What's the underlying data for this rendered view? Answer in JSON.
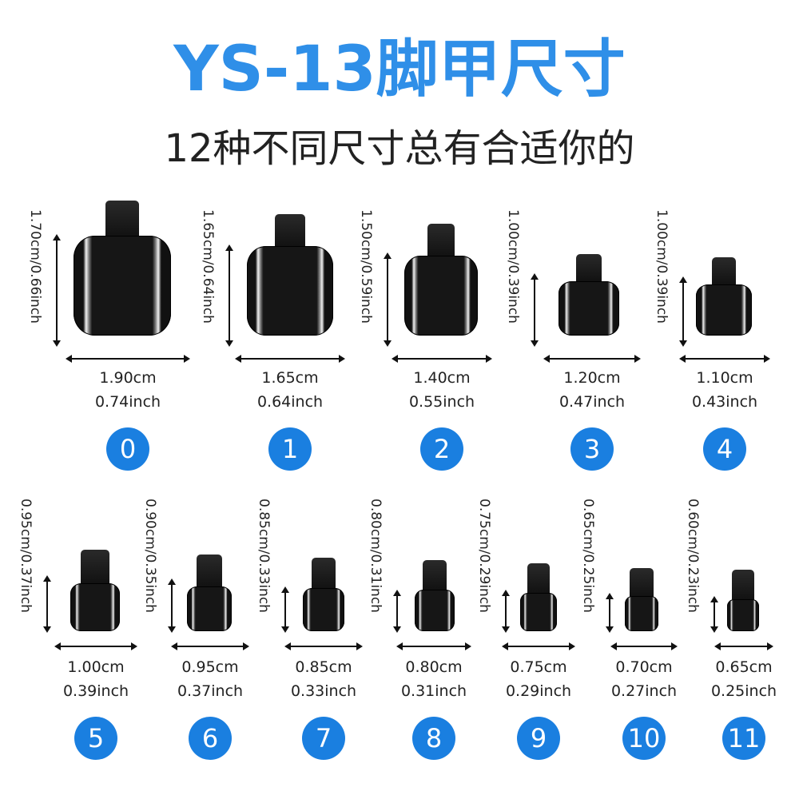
{
  "title": "YS-13脚甲尺寸",
  "subtitle": "12种不同尺寸总有合适你的",
  "colors": {
    "title": "#2f8fe8",
    "badge": "#1a7fe0",
    "nail": "#111111",
    "stripe": "#f2f2f2"
  },
  "sizes": [
    {
      "number": "0",
      "height_label": "1.70cm/0.66inch",
      "width_cm": "1.90cm",
      "width_inch": "0.74inch"
    },
    {
      "number": "1",
      "height_label": "1.65cm/0.64inch",
      "width_cm": "1.65cm",
      "width_inch": "0.64inch"
    },
    {
      "number": "2",
      "height_label": "1.50cm/0.59inch",
      "width_cm": "1.40cm",
      "width_inch": "0.55inch"
    },
    {
      "number": "3",
      "height_label": "1.00cm/0.39inch",
      "width_cm": "1.20cm",
      "width_inch": "0.47inch"
    },
    {
      "number": "4",
      "height_label": "1.00cm/0.39inch",
      "width_cm": "1.10cm",
      "width_inch": "0.43inch"
    },
    {
      "number": "5",
      "height_label": "0.95cm/0.37inch",
      "width_cm": "1.00cm",
      "width_inch": "0.39inch"
    },
    {
      "number": "6",
      "height_label": "0.90cm/0.35inch",
      "width_cm": "0.95cm",
      "width_inch": "0.37inch"
    },
    {
      "number": "7",
      "height_label": "0.85cm/0.33inch",
      "width_cm": "0.85cm",
      "width_inch": "0.33inch"
    },
    {
      "number": "8",
      "height_label": "0.80cm/0.31inch",
      "width_cm": "0.80cm",
      "width_inch": "0.31inch"
    },
    {
      "number": "9",
      "height_label": "0.75cm/0.29inch",
      "width_cm": "0.75cm",
      "width_inch": "0.29inch"
    },
    {
      "number": "10",
      "height_label": "0.65cm/0.25inch",
      "width_cm": "0.70cm",
      "width_inch": "0.27inch"
    },
    {
      "number": "11",
      "height_label": "0.60cm/0.23inch",
      "width_cm": "0.65cm",
      "width_inch": "0.25inch"
    }
  ]
}
